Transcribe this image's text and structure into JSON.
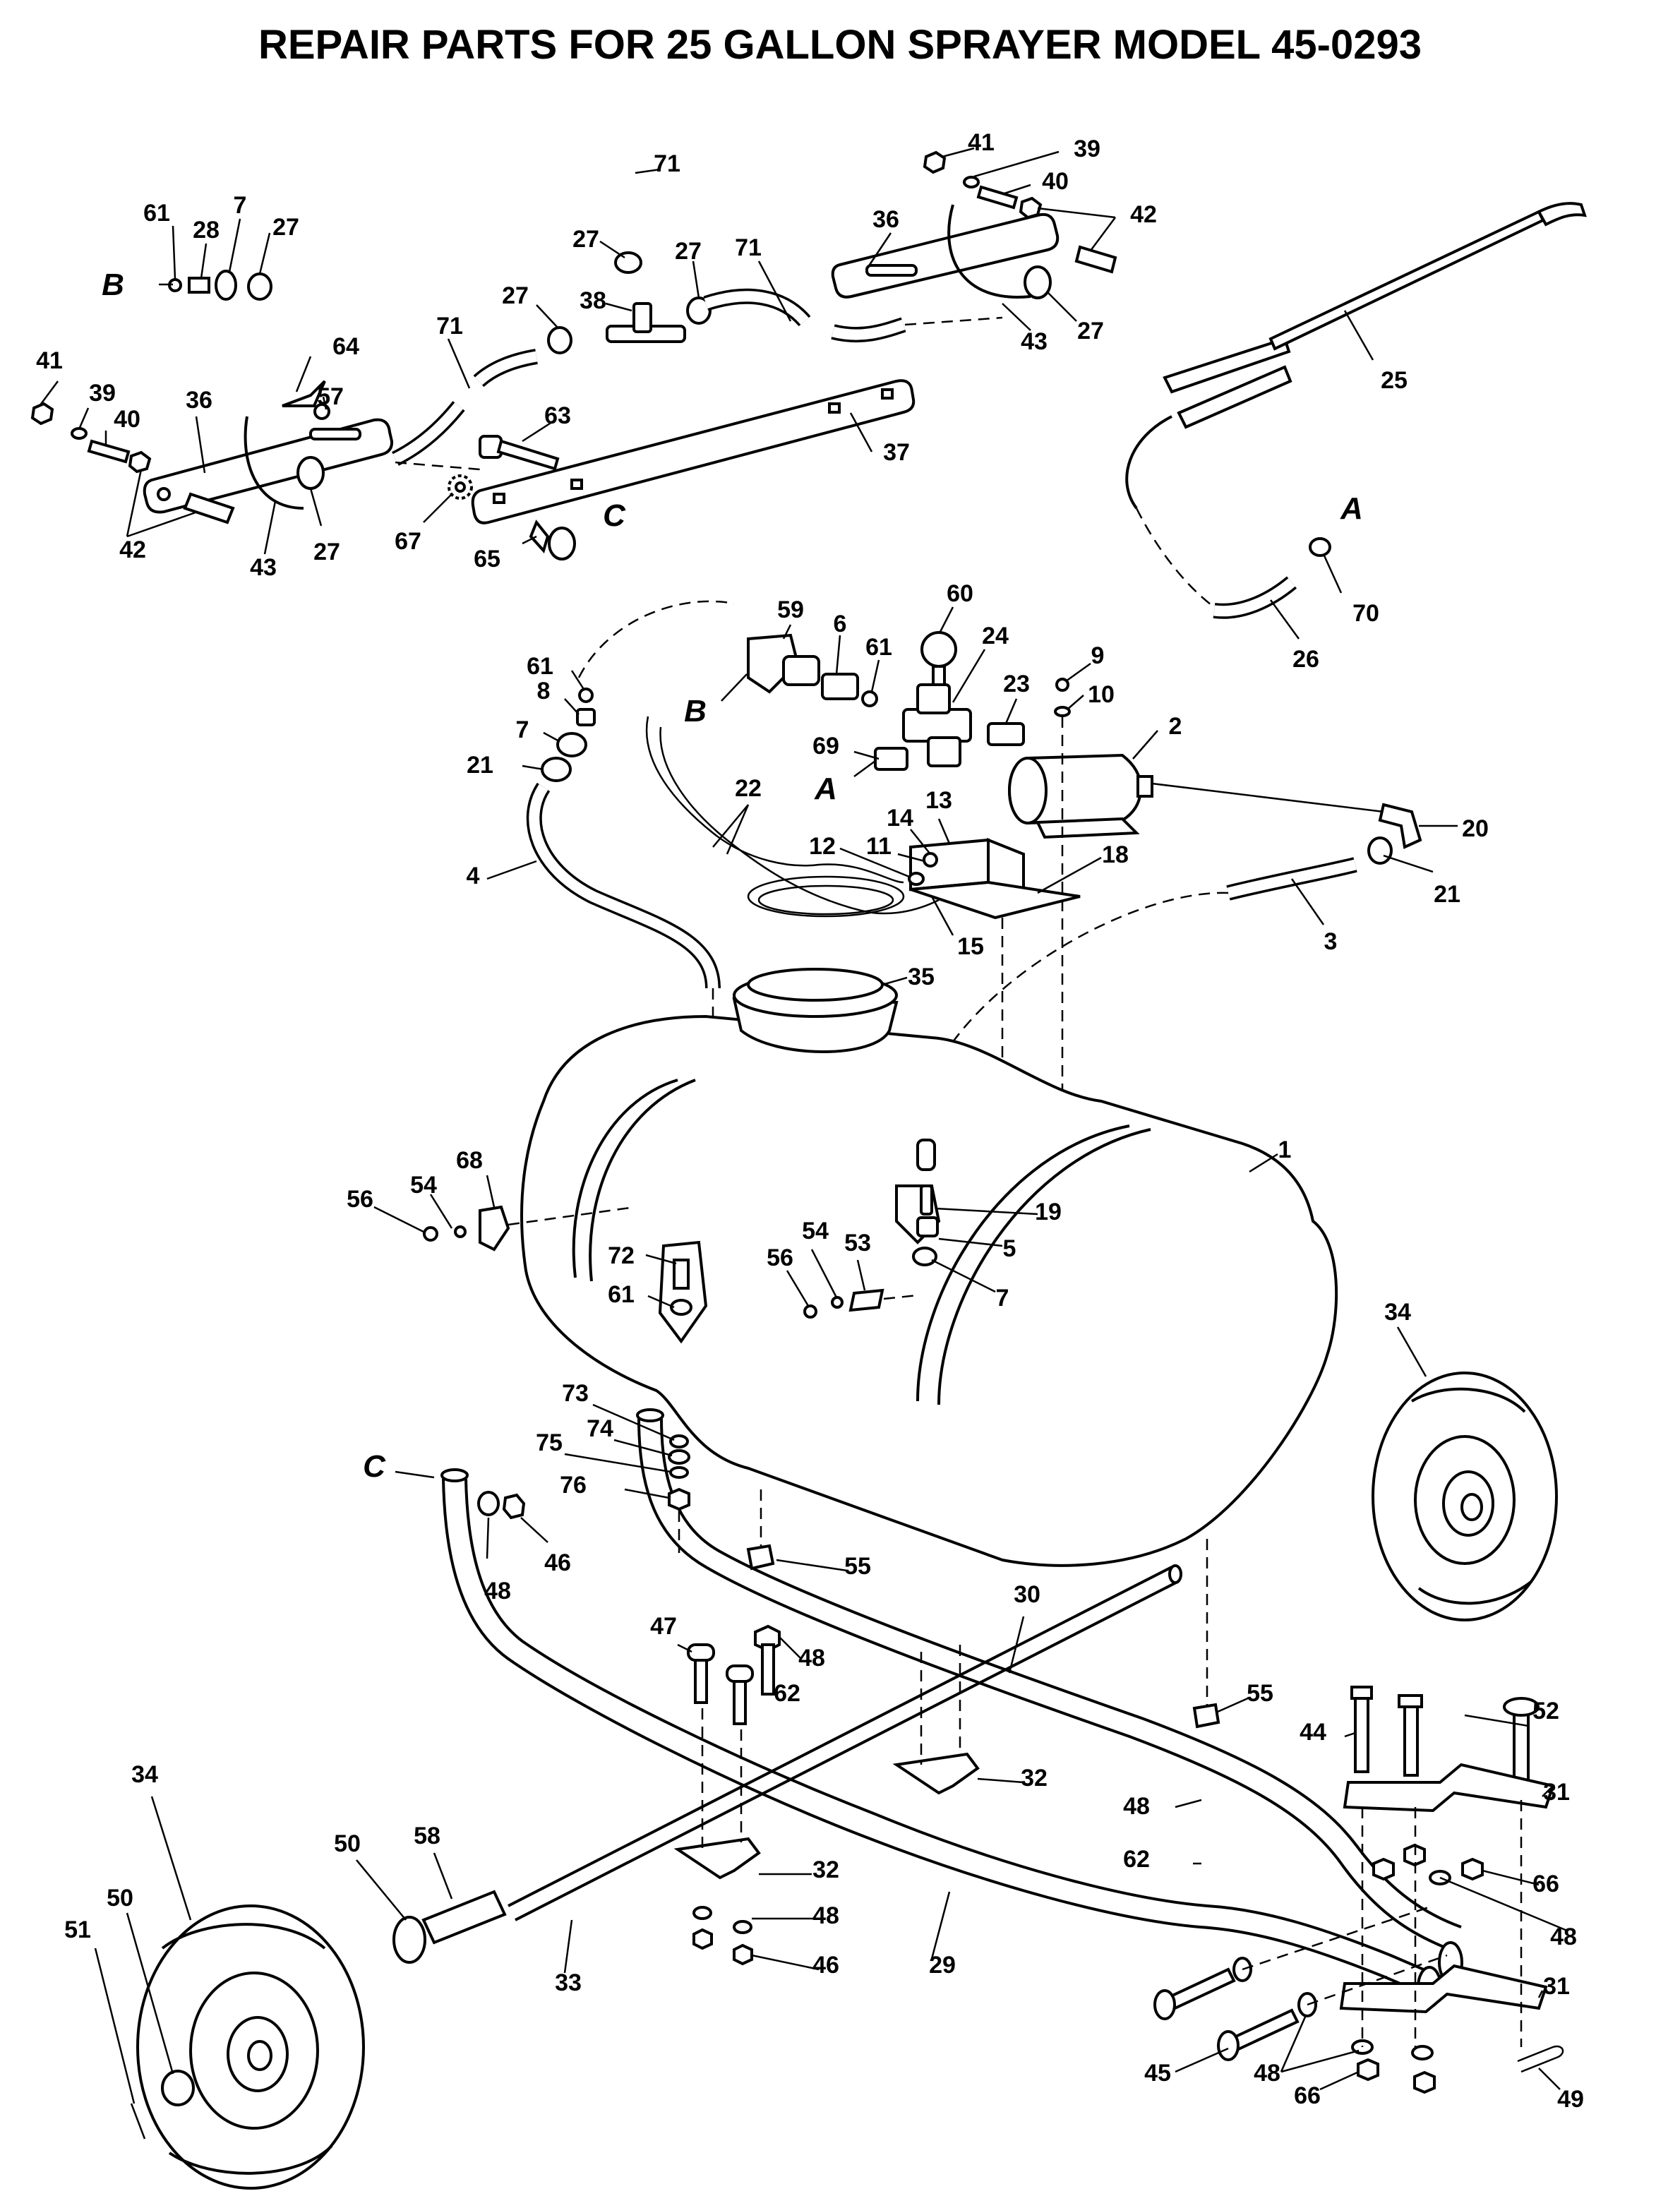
{
  "title": "REPAIR PARTS FOR 25 GALLON SPRAYER  MODEL 45-0293",
  "callouts": [
    {
      "id": "c71a",
      "text": "71"
    },
    {
      "id": "c61a",
      "text": "61"
    },
    {
      "id": "c28",
      "text": "28"
    },
    {
      "id": "c7a",
      "text": "7"
    },
    {
      "id": "c27a",
      "text": "27"
    },
    {
      "id": "c27b",
      "text": "27"
    },
    {
      "id": "c27c",
      "text": "27"
    },
    {
      "id": "c71b",
      "text": "71"
    },
    {
      "id": "c27d",
      "text": "27"
    },
    {
      "id": "c38",
      "text": "38"
    },
    {
      "id": "c41a",
      "text": "41"
    },
    {
      "id": "c39a",
      "text": "39"
    },
    {
      "id": "c40a",
      "text": "40"
    },
    {
      "id": "c36a",
      "text": "36"
    },
    {
      "id": "c42a",
      "text": "42"
    },
    {
      "id": "c43a",
      "text": "43"
    },
    {
      "id": "c27e",
      "text": "27"
    },
    {
      "id": "c25",
      "text": "25"
    },
    {
      "id": "c71c",
      "text": "71"
    },
    {
      "id": "c64",
      "text": "64"
    },
    {
      "id": "c57",
      "text": "57"
    },
    {
      "id": "c41b",
      "text": "41"
    },
    {
      "id": "c39b",
      "text": "39"
    },
    {
      "id": "c40b",
      "text": "40"
    },
    {
      "id": "c36b",
      "text": "36"
    },
    {
      "id": "c63",
      "text": "63"
    },
    {
      "id": "c37",
      "text": "37"
    },
    {
      "id": "c42b",
      "text": "42"
    },
    {
      "id": "c43b",
      "text": "43"
    },
    {
      "id": "c27f",
      "text": "27"
    },
    {
      "id": "c67",
      "text": "67"
    },
    {
      "id": "c65",
      "text": "65"
    },
    {
      "id": "c70",
      "text": "70"
    },
    {
      "id": "c26",
      "text": "26"
    },
    {
      "id": "c59",
      "text": "59"
    },
    {
      "id": "c60",
      "text": "60"
    },
    {
      "id": "c6",
      "text": "6"
    },
    {
      "id": "c61b",
      "text": "61"
    },
    {
      "id": "c24",
      "text": "24"
    },
    {
      "id": "c9",
      "text": "9"
    },
    {
      "id": "c61c",
      "text": "61"
    },
    {
      "id": "c8",
      "text": "8"
    },
    {
      "id": "c23",
      "text": "23"
    },
    {
      "id": "c10",
      "text": "10"
    },
    {
      "id": "c7b",
      "text": "7"
    },
    {
      "id": "c2",
      "text": "2"
    },
    {
      "id": "c69",
      "text": "69"
    },
    {
      "id": "c21a",
      "text": "21"
    },
    {
      "id": "c22",
      "text": "22"
    },
    {
      "id": "c14",
      "text": "14"
    },
    {
      "id": "c13",
      "text": "13"
    },
    {
      "id": "c20",
      "text": "20"
    },
    {
      "id": "c12",
      "text": "12"
    },
    {
      "id": "c11",
      "text": "11"
    },
    {
      "id": "c18",
      "text": "18"
    },
    {
      "id": "c21b",
      "text": "21"
    },
    {
      "id": "c4",
      "text": "4"
    },
    {
      "id": "c15",
      "text": "15"
    },
    {
      "id": "c3",
      "text": "3"
    },
    {
      "id": "c35",
      "text": "35"
    },
    {
      "id": "c1",
      "text": "1"
    },
    {
      "id": "c68",
      "text": "68"
    },
    {
      "id": "c54a",
      "text": "54"
    },
    {
      "id": "c56a",
      "text": "56"
    },
    {
      "id": "c19",
      "text": "19"
    },
    {
      "id": "c5",
      "text": "5"
    },
    {
      "id": "c72",
      "text": "72"
    },
    {
      "id": "c54b",
      "text": "54"
    },
    {
      "id": "c53",
      "text": "53"
    },
    {
      "id": "c56b",
      "text": "56"
    },
    {
      "id": "c7c",
      "text": "7"
    },
    {
      "id": "c61d",
      "text": "61"
    },
    {
      "id": "c34a",
      "text": "34"
    },
    {
      "id": "c73",
      "text": "73"
    },
    {
      "id": "c74",
      "text": "74"
    },
    {
      "id": "c75",
      "text": "75"
    },
    {
      "id": "c76",
      "text": "76"
    },
    {
      "id": "c55a",
      "text": "55"
    },
    {
      "id": "c48a",
      "text": "48"
    },
    {
      "id": "c46a",
      "text": "46"
    },
    {
      "id": "c30",
      "text": "30"
    },
    {
      "id": "c47",
      "text": "47"
    },
    {
      "id": "c48b",
      "text": "48"
    },
    {
      "id": "c62a",
      "text": "62"
    },
    {
      "id": "c55b",
      "text": "55"
    },
    {
      "id": "c52",
      "text": "52"
    },
    {
      "id": "c44",
      "text": "44"
    },
    {
      "id": "c34b",
      "text": "34"
    },
    {
      "id": "c31a",
      "text": "31"
    },
    {
      "id": "c32a",
      "text": "32"
    },
    {
      "id": "c50a",
      "text": "50"
    },
    {
      "id": "c58",
      "text": "58"
    },
    {
      "id": "c48c",
      "text": "48"
    },
    {
      "id": "c62b",
      "text": "62"
    },
    {
      "id": "c66a",
      "text": "66"
    },
    {
      "id": "c32b",
      "text": "32"
    },
    {
      "id": "c50b",
      "text": "50"
    },
    {
      "id": "c48d",
      "text": "48"
    },
    {
      "id": "c48e",
      "text": "48"
    },
    {
      "id": "c51",
      "text": "51"
    },
    {
      "id": "c46b",
      "text": "46"
    },
    {
      "id": "c29",
      "text": "29"
    },
    {
      "id": "c33",
      "text": "33"
    },
    {
      "id": "c31b",
      "text": "31"
    },
    {
      "id": "c45",
      "text": "45"
    },
    {
      "id": "c48f",
      "text": "48"
    },
    {
      "id": "c49",
      "text": "49"
    },
    {
      "id": "c66b",
      "text": "66"
    }
  ],
  "refs": [
    {
      "id": "rB1",
      "text": "B"
    },
    {
      "id": "rB2",
      "text": "B"
    },
    {
      "id": "rA1",
      "text": "A"
    },
    {
      "id": "rA2",
      "text": "A"
    },
    {
      "id": "rC1",
      "text": "C"
    },
    {
      "id": "rC2",
      "text": "C"
    }
  ]
}
